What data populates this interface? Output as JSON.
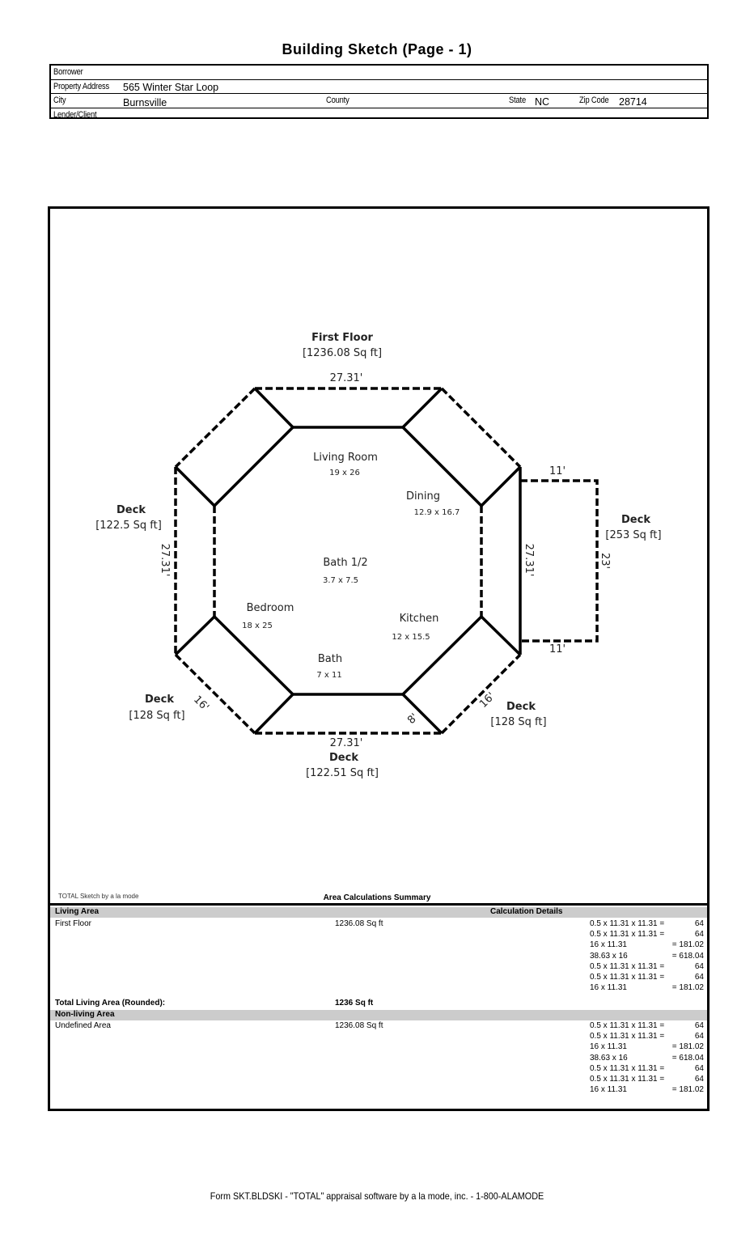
{
  "title": "Building Sketch (Page - 1)",
  "header": {
    "borrower_label": "Borrower",
    "borrower": "",
    "address_label": "Property Address",
    "address": "565 Winter Star Loop",
    "city_label": "City",
    "city": "Burnsville",
    "county_label": "County",
    "county": "",
    "state_label": "State",
    "state": "NC",
    "zip_label": "Zip Code",
    "zip": "28714",
    "lender_label": "Lender/Client",
    "lender": ""
  },
  "sketch": {
    "first_floor": {
      "name": "First Floor",
      "area": "[1236.08 Sq ft]"
    },
    "rooms": [
      {
        "name": "Living Room",
        "size": "19 x 26"
      },
      {
        "name": "Dining",
        "size": "12.9 x 16.7"
      },
      {
        "name": "Bath 1/2",
        "size": "3.7 x 7.5"
      },
      {
        "name": "Bedroom",
        "size": "18 x 25"
      },
      {
        "name": "Kitchen",
        "size": "12 x 15.5"
      },
      {
        "name": "Bath",
        "size": "7 x 11"
      }
    ],
    "decks": [
      {
        "name": "Deck",
        "area": "[122.5 Sq ft]"
      },
      {
        "name": "Deck",
        "area": "[253 Sq ft]"
      },
      {
        "name": "Deck",
        "area": "[128 Sq ft]"
      },
      {
        "name": "Deck",
        "area": "[128 Sq ft]"
      },
      {
        "name": "Deck",
        "area": "[122.51 Sq ft]"
      }
    ],
    "dims": {
      "top": "27.31'",
      "bottom": "27.31'",
      "left": "27.31'",
      "right": "27.31'",
      "deck_top": "11'",
      "deck_bottom": "11'",
      "deck_side": "23'",
      "diag_left": "16'",
      "diag_right": "16'",
      "diag_small": "8'"
    }
  },
  "credit": "TOTAL Sketch by a la mode",
  "summary": {
    "title": "Area Calculations Summary",
    "living_header": "Living Area",
    "details_header": "Calculation Details",
    "living_name": "First Floor",
    "living_area": "1236.08 Sq ft",
    "total_label": "Total Living Area (Rounded):",
    "total_value": "1236 Sq ft",
    "nonliving_header": "Non-living Area",
    "nonliving_name": "Undefined Area",
    "nonliving_area": "1236.08 Sq ft",
    "calcs": [
      {
        "expr": "0.5 x 11.31 x 11.31 =",
        "res": "64"
      },
      {
        "expr": "0.5 x 11.31 x 11.31 =",
        "res": "64"
      },
      {
        "expr": "16 x 11.31",
        "res": "= 181.02"
      },
      {
        "expr": "38.63 x 16",
        "res": "= 618.04"
      },
      {
        "expr": "0.5 x 11.31 x 11.31 =",
        "res": "64"
      },
      {
        "expr": "0.5 x 11.31 x 11.31 =",
        "res": "64"
      },
      {
        "expr": "16 x 11.31",
        "res": "= 181.02"
      }
    ]
  },
  "footer": "Form SKT.BLDSKI - \"TOTAL\" appraisal software by a la mode, inc. - 1-800-ALAMODE"
}
